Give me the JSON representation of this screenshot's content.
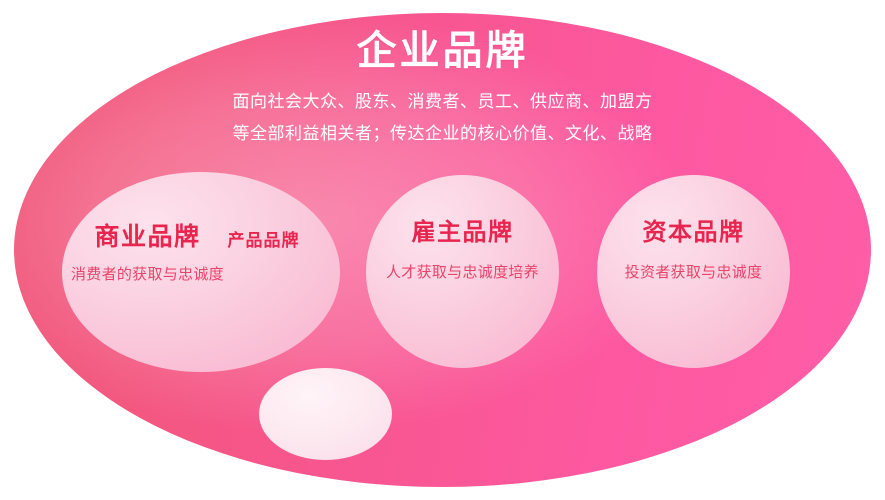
{
  "diagram": {
    "title": "企业品牌",
    "subtitle_lines": [
      "面向社会大众、股东、消费者、员工、供应商、加盟方",
      "等全部利益相关者；传达企业的核心价值、文化、战略"
    ],
    "bubbles": [
      {
        "key": "commercial",
        "heading": "商业品牌",
        "description": "消费者的获取与忠诚度"
      },
      {
        "key": "product",
        "heading": "产品品牌",
        "description": ""
      },
      {
        "key": "employer",
        "heading": "雇主品牌",
        "description": "人才获取与忠诚度培养"
      },
      {
        "key": "capital",
        "heading": "资本品牌",
        "description": "投资者获取与忠诚度"
      }
    ],
    "colors": {
      "outer_gradient_start": "#ef5275",
      "outer_gradient_end": "#ff5ea8",
      "bubble_fill": "#fbd3e2",
      "nested_bubble_fill": "#fdeaf1",
      "title_text": "#ffffff",
      "heading_text": "#e8254f",
      "description_text": "#e8446b",
      "page_background": "#ffffff"
    }
  }
}
